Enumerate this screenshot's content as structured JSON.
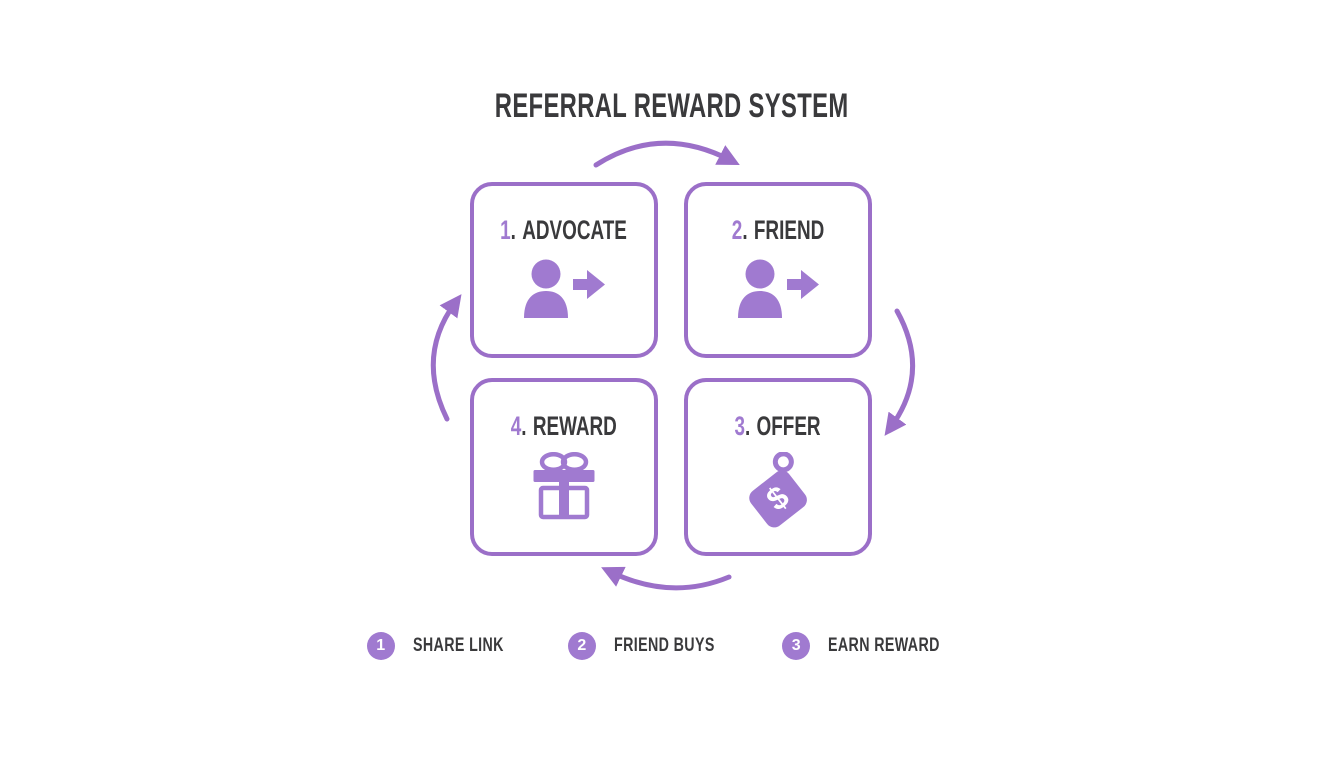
{
  "title": "REFERRAL REWARD SYSTEM",
  "separator": ".",
  "boxes": [
    {
      "number": "1",
      "label": "ADVOCATE",
      "icon": "person-share-icon"
    },
    {
      "number": "2",
      "label": "FRIEND",
      "icon": "person-share-icon"
    },
    {
      "number": "4",
      "label": "REWARD",
      "icon": "gift-icon"
    },
    {
      "number": "3",
      "label": "OFFER",
      "icon": "price-tag-icon"
    }
  ],
  "legend": [
    {
      "number": "1",
      "label": "SHARE LINK"
    },
    {
      "number": "2",
      "label": "FRIEND BUYS"
    },
    {
      "number": "3",
      "label": "EARN REWARD"
    }
  ],
  "icons": {
    "dollar_glyph": "$"
  },
  "colors": {
    "purple": "#9B6FC8",
    "purple_light": "#A07AD0",
    "dark_text": "#3A3A3C",
    "background": "#FFFFFF"
  }
}
